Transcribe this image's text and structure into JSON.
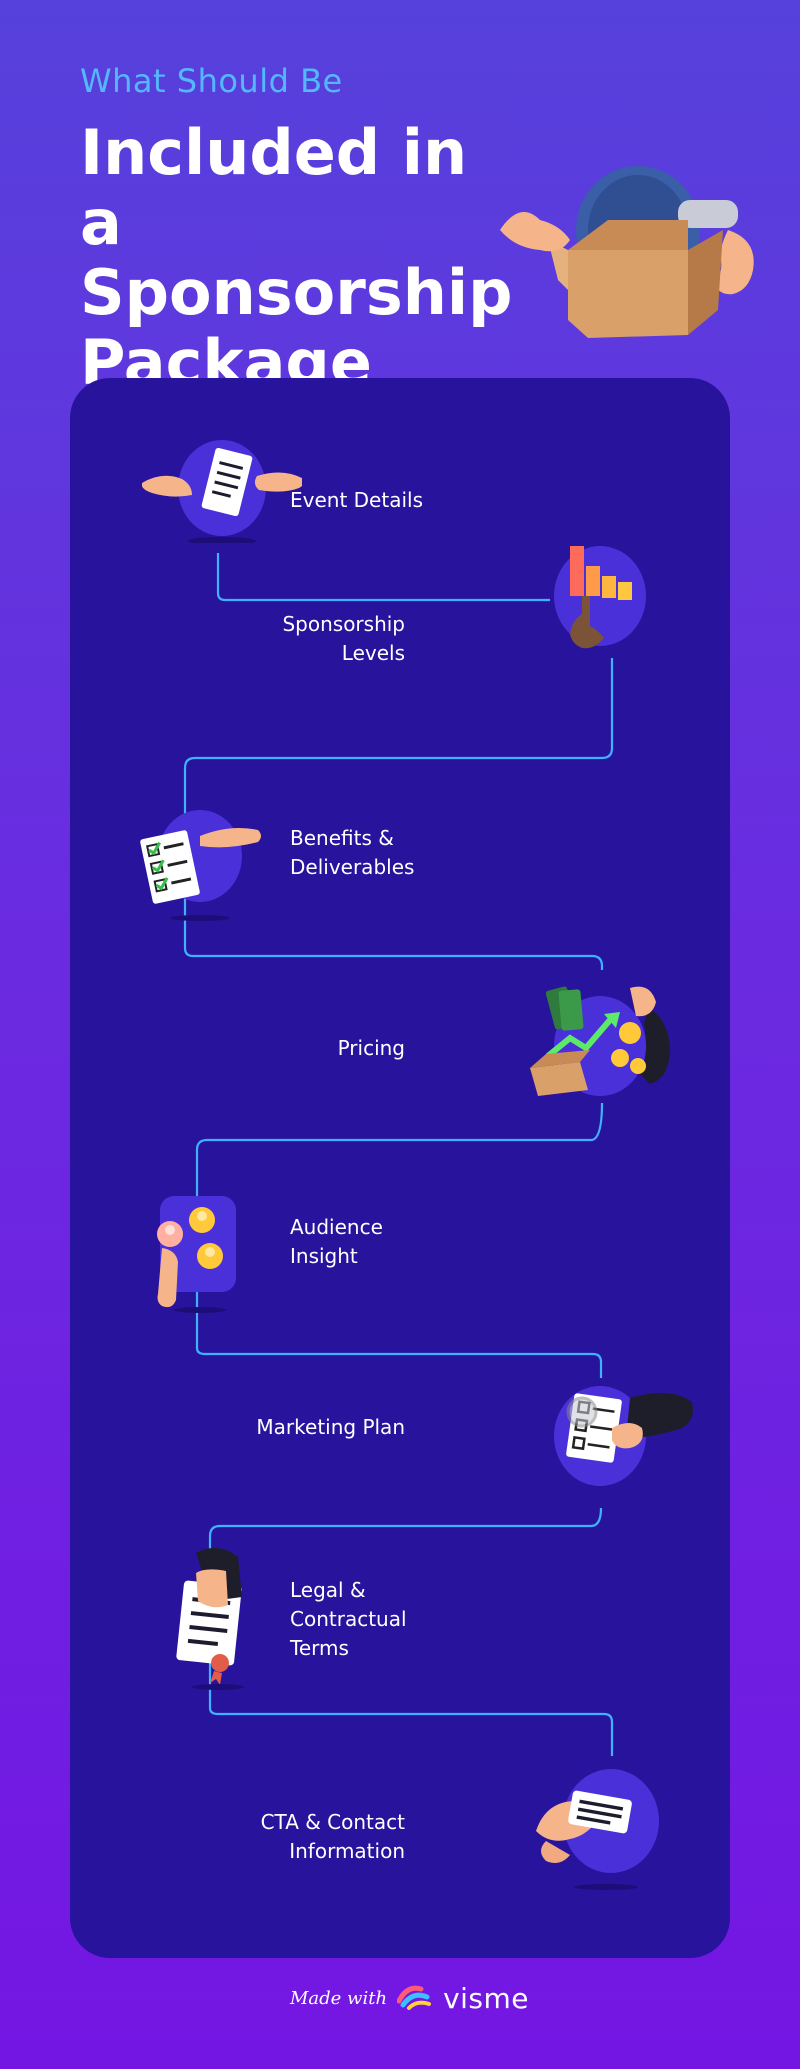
{
  "header": {
    "subtitle": "What Should Be",
    "title": "Included in a Sponsorship Package"
  },
  "steps": [
    {
      "label": "Event Details",
      "icon": "document-hands-icon"
    },
    {
      "label": "Sponsorship Levels",
      "icon": "bar-chart-hand-icon"
    },
    {
      "label": "Benefits & Deliverables",
      "icon": "checklist-hand-icon"
    },
    {
      "label": "Pricing",
      "icon": "money-growth-icon"
    },
    {
      "label": "Audience Insight",
      "icon": "audience-profiles-icon"
    },
    {
      "label": "Marketing Plan",
      "icon": "marketing-checklist-icon"
    },
    {
      "label": "Legal & Contractual Terms",
      "icon": "contract-hand-icon"
    },
    {
      "label": "CTA & Contact Information",
      "icon": "contact-card-icon"
    }
  ],
  "footer": {
    "made_with": "Made with",
    "brand": "visme"
  },
  "colors": {
    "background_top": "#5641dc",
    "background_bottom": "#7416e3",
    "card": "#28139c",
    "connector": "#3fb2ff",
    "subtitle": "#55b7ff"
  }
}
